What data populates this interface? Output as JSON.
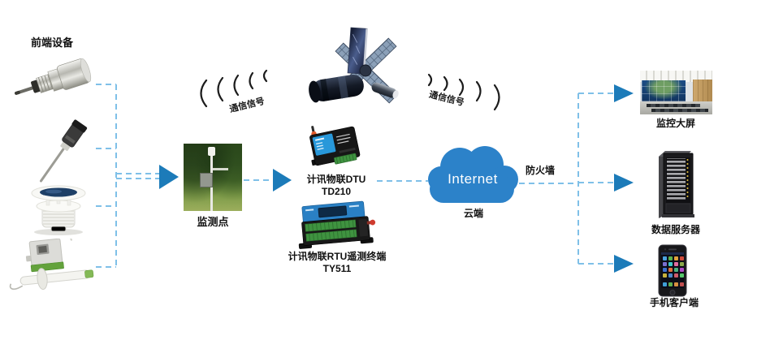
{
  "labels": {
    "front_devices": "前端设备",
    "monitoring_point": "监测点",
    "dtu_line1": "计讯物联DTU",
    "dtu_line2": "TD210",
    "rtu_line1": "计讯物联RTU遥测终端",
    "rtu_line2": "TY511",
    "signal_left": "通信信号",
    "signal_right": "通信信号",
    "internet": "Internet",
    "cloud": "云端",
    "firewall": "防火墙",
    "big_screen": "监控大屏",
    "data_server": "数据服务器",
    "mobile_client": "手机客户端"
  },
  "colors": {
    "dash": "#7fc0e8",
    "arrow": "#1c7bb9",
    "cloud": "#2c82c9"
  }
}
